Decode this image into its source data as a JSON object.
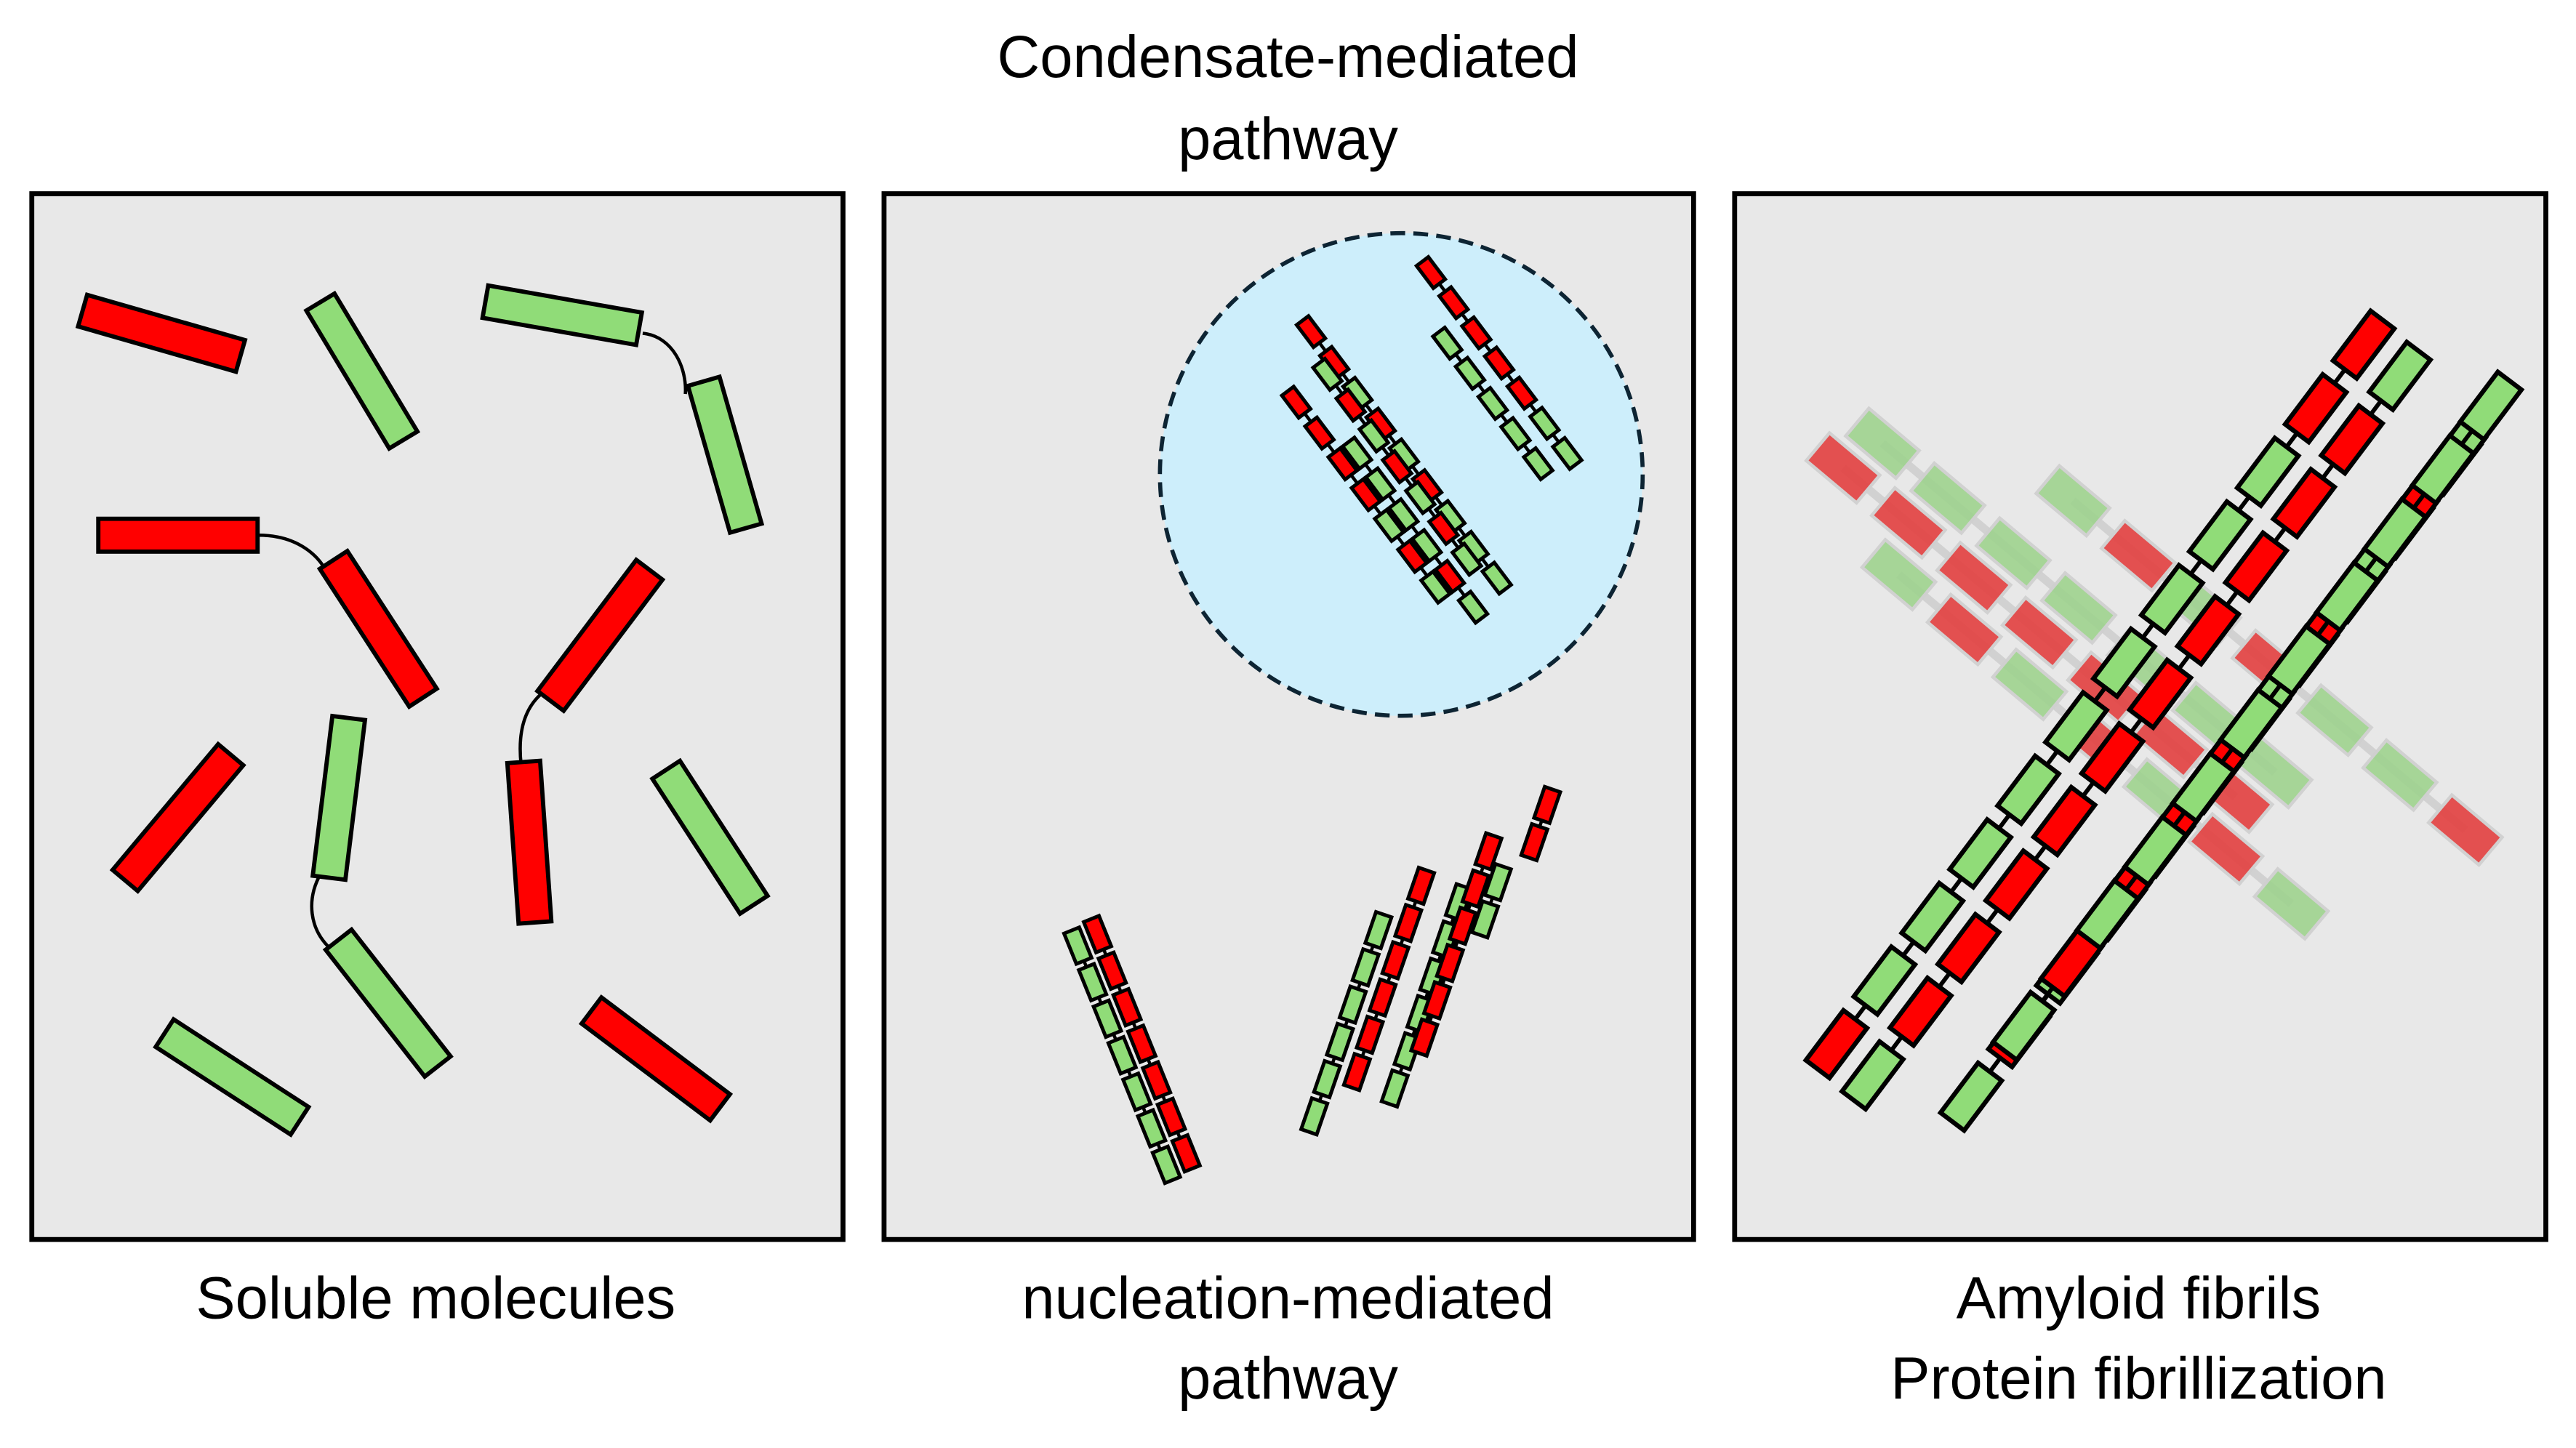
{
  "colors": {
    "red": "#ff0000",
    "green": "#90dc78",
    "panel_bg": "#e8e8e8",
    "condensate_fill": "#cdeefb",
    "condensate_border": "#0d2433",
    "outline": "#000000",
    "faded_red": "#e34040",
    "faded_green": "#9fd38f"
  },
  "top_label": {
    "line1": "Condensate-mediated",
    "line2": "pathway"
  },
  "panels": [
    {
      "id": "soluble",
      "caption_lines": [
        "Soluble molecules"
      ]
    },
    {
      "id": "nucleation",
      "caption_lines": [
        "nucleation-mediated",
        "pathway"
      ]
    },
    {
      "id": "amyloid",
      "caption_lines": [
        "Amyloid fibrils",
        "Protein fibrillization"
      ]
    }
  ]
}
